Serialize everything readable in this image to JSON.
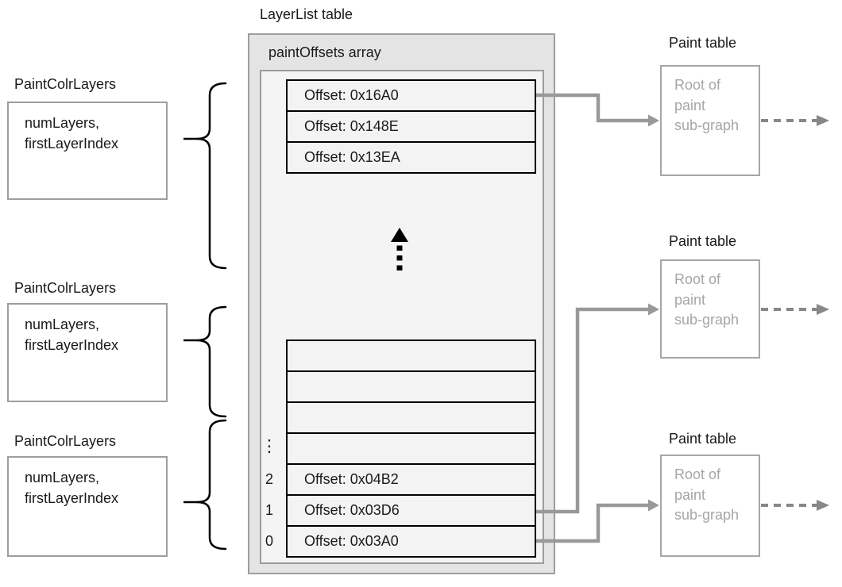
{
  "layerlist": {
    "title": "LayerList table",
    "array_label": "paintOffsets array",
    "top_offsets": [
      "Offset: 0x16A0",
      "Offset: 0x148E",
      "Offset: 0x13EA"
    ],
    "ellipsis": "⋮",
    "indexed_rows": [
      {
        "index": "2",
        "label": "Offset: 0x04B2"
      },
      {
        "index": "1",
        "label": "Offset: 0x03D6"
      },
      {
        "index": "0",
        "label": "Offset: 0x03A0"
      }
    ],
    "empty_row_count": 4
  },
  "paint_colr_layers": [
    {
      "title": "PaintColrLayers",
      "fields": "numLayers,\nfirstLayerIndex"
    },
    {
      "title": "PaintColrLayers",
      "fields": "numLayers,\nfirstLayerIndex"
    },
    {
      "title": "PaintColrLayers",
      "fields": "numLayers,\nfirstLayerIndex"
    }
  ],
  "paint_tables": [
    {
      "title": "Paint table",
      "body": "Root of\npaint\nsub-graph"
    },
    {
      "title": "Paint table",
      "body": "Root of\npaint\nsub-graph"
    },
    {
      "title": "Paint table",
      "body": "Root of\npaint\nsub-graph"
    }
  ],
  "colors": {
    "outer_box_fill": "#e4e4e4",
    "inner_box_fill": "#f4f4f4",
    "row_fill": "#f3f3f3",
    "gray_border": "#9d9d9d",
    "connector_gray": "#999999",
    "dashed_arrow_gray": "#878787",
    "muted_text": "#a6a6a6",
    "black": "#000000"
  }
}
